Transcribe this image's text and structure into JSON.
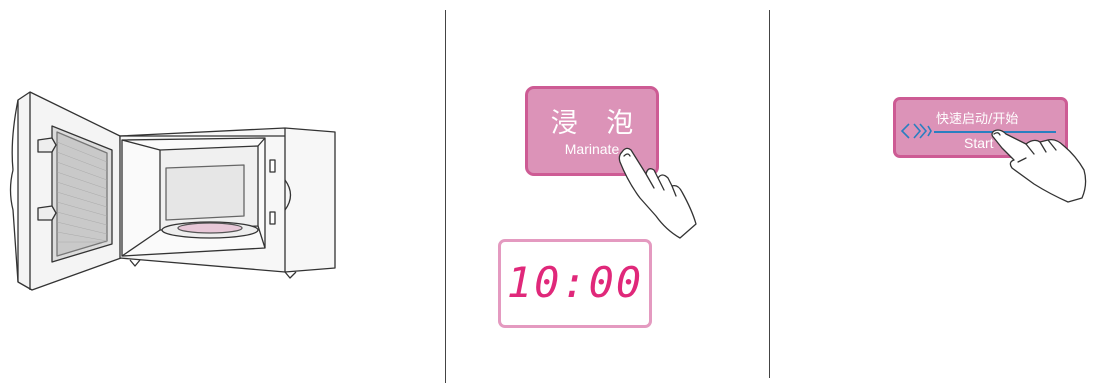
{
  "step2": {
    "marinate_label_cn": "浸 泡",
    "marinate_label_en": "Marinate",
    "display_value": "10:00"
  },
  "step3": {
    "start_label_cn": "快速启动/开始",
    "start_label_en": "Start"
  },
  "colors": {
    "button_fill": "#dc93b8",
    "button_border": "#cd5b94",
    "display_text": "#e0287a",
    "display_border": "#e49ac0",
    "start_underline": "#2a7fc0"
  },
  "icons": [
    "microwave-open-door-icon",
    "hand-pointer-icon",
    "lightning-start-icon"
  ]
}
